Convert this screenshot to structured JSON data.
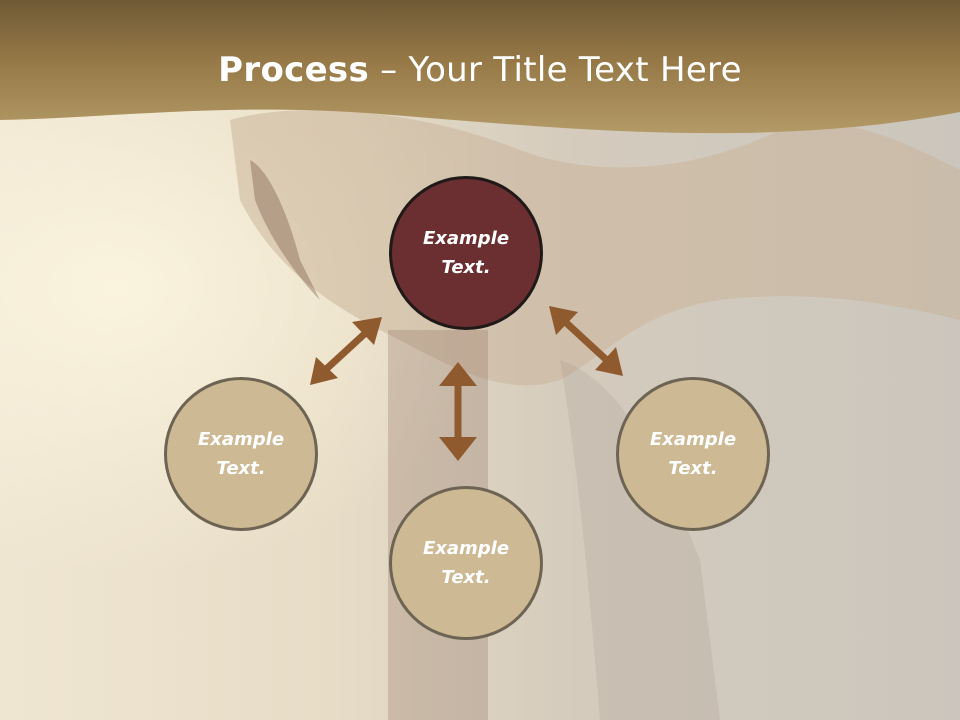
{
  "slide": {
    "title_bold": "Process",
    "title_rest": " – Your Title Text Here"
  },
  "nodes": {
    "top": "Example Text.",
    "left": "Example Text.",
    "right": "Example Text.",
    "bottom": "Example Text."
  },
  "colors": {
    "header": "#9a7c45",
    "node_fill": "#cdb994",
    "node_center": "#6b2e31",
    "arrow": "#8f5a2e"
  }
}
